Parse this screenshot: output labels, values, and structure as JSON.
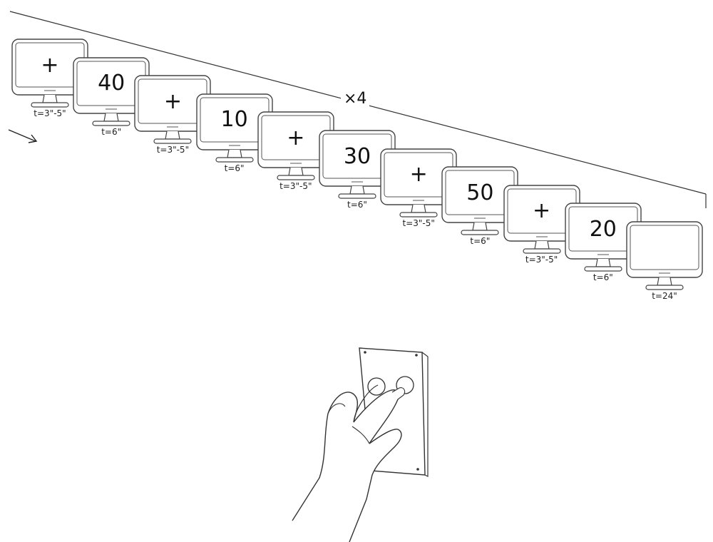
{
  "repeat_label": "×4",
  "sequence": [
    {
      "content": "+",
      "timing": "t=3\"-5\""
    },
    {
      "content": "40",
      "timing": "t=6\""
    },
    {
      "content": "+",
      "timing": "t=3\"-5\""
    },
    {
      "content": "10",
      "timing": "t=6\""
    },
    {
      "content": "+",
      "timing": "t=3\"-5\""
    },
    {
      "content": "30",
      "timing": "t=6\""
    },
    {
      "content": "+",
      "timing": "t=3\"-5\""
    },
    {
      "content": "50",
      "timing": "t=6\""
    },
    {
      "content": "+",
      "timing": "t=3\"-5\""
    },
    {
      "content": "20",
      "timing": "t=6\""
    },
    {
      "content": "",
      "timing": "t=24\""
    }
  ],
  "icons": {
    "start_arrow": "arrow-right-icon",
    "response_device": "hand-button-box-icon"
  },
  "colors": {
    "line": "#333333"
  }
}
